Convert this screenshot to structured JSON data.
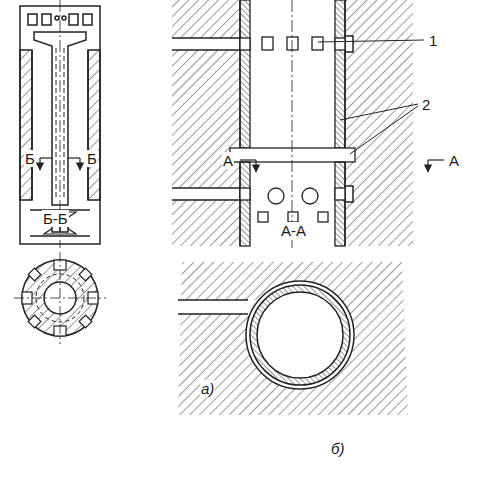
{
  "diagram": {
    "labels": [
      "Б",
      "Б",
      "1",
      "2",
      "А",
      "А",
      "Б-Б",
      "А-А",
      "а)",
      "б)"
    ]
  }
}
